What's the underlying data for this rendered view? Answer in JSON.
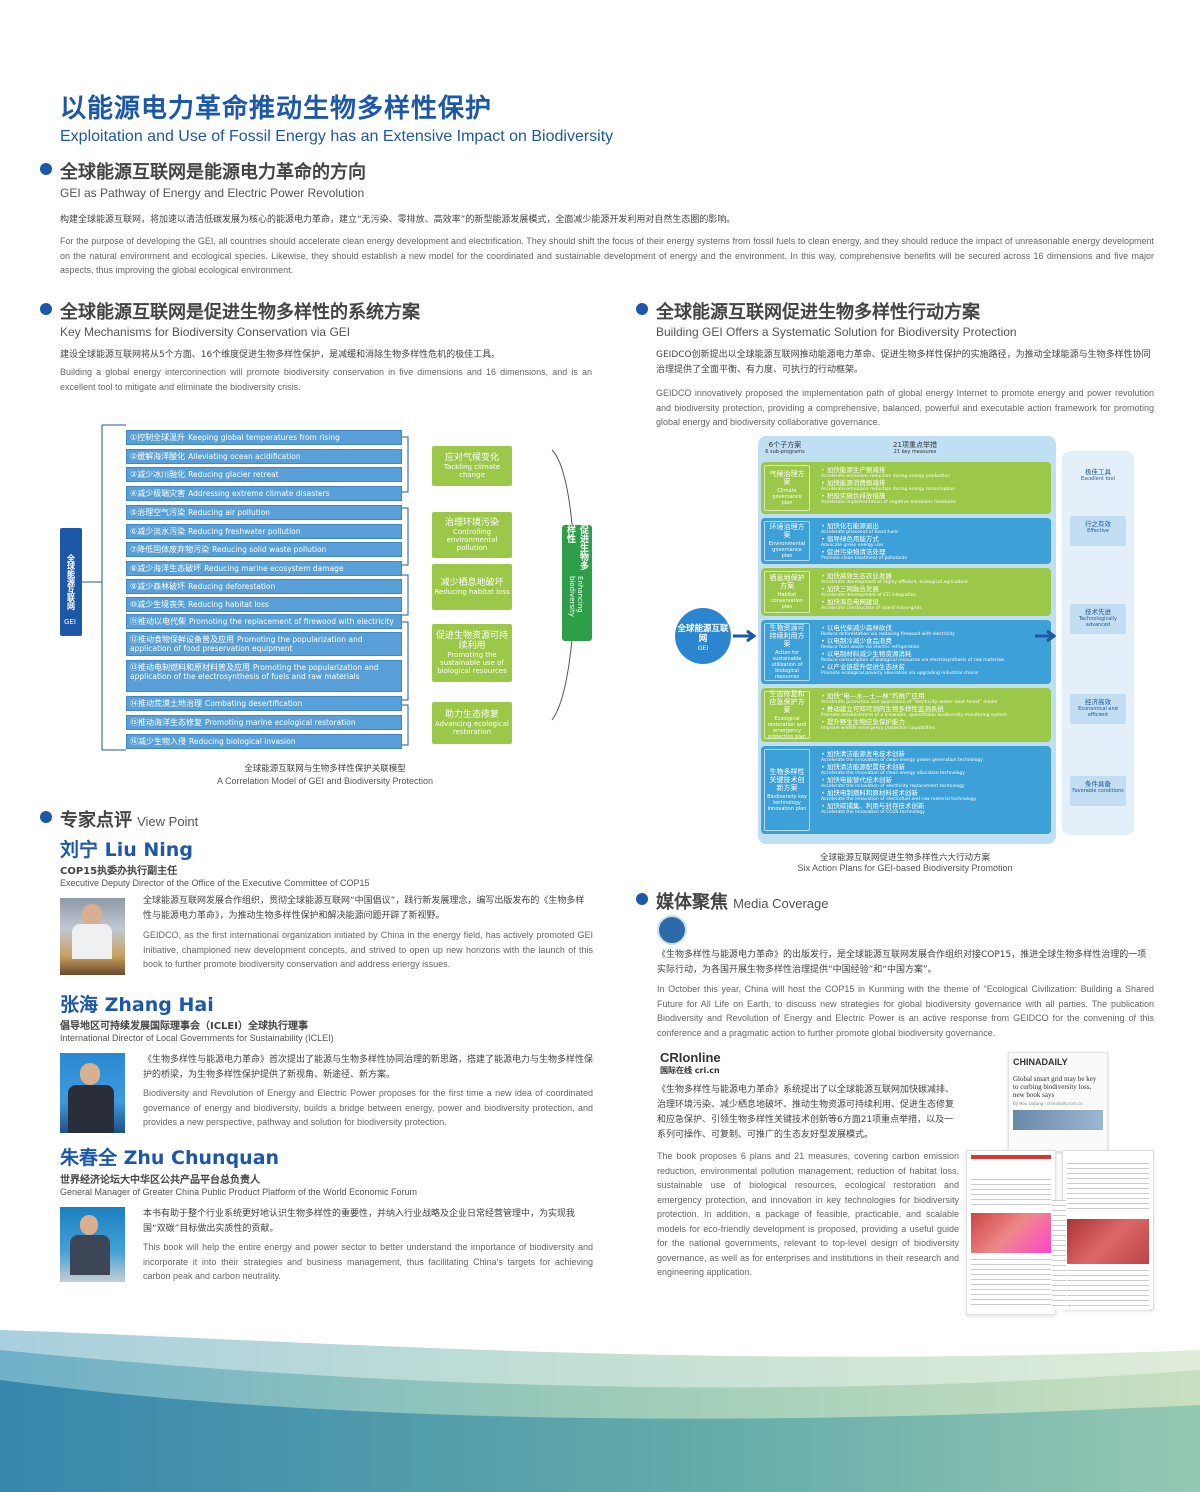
{
  "header": {
    "title_cn": "以能源电力革命推动生物多样性保护",
    "title_en": "Exploitation and Use of Fossil Energy has an Extensive Impact on Biodiversity"
  },
  "sec1": {
    "title_cn": "全球能源互联网是能源电力革命的方向",
    "title_en": "GEI as Pathway of Energy and Electric Power Revolution",
    "cn": "构建全球能源互联网，将加速以清洁低碳发展为核心的能源电力革命，建立“无污染、零排放、高效率”的新型能源发展模式，全面减少能源开发利用对自然生态圈的影响。",
    "en": "For the purpose of developing the GEI, all countries should accelerate clean energy development and electrification. They should shift the focus of their energy systems from fossil fuels to clean energy, and they should reduce the impact of unreasonable energy development on the natural environment and ecological species. Likewise, they should establish a new model for the coordinated and sustainable development of energy and the environment. In this way, comprehensive benefits will be secured across 16 dimensions and five major aspects, thus improving the global ecological environment."
  },
  "sec2": {
    "title_cn": "全球能源互联网是促进生物多样性的系统方案",
    "title_en": "Key Mechanisms for Biodiversity Conservation via GEI",
    "cn": "建设全球能源互联网将从5个方面、16个维度促进生物多样性保护，是减缓和消除生物多样性危机的极佳工具。",
    "en": "Building a global energy interconnection will promote biodiversity conservation in five dimensions and 16 dimensions, and is an excellent tool to mitigate and eliminate the biodiversity crisis.",
    "gei_cn": "全球能源互联网",
    "gei_en": "GEI",
    "enh_cn": "促进生物多样性",
    "enh_en": "Enhancing biodiversity",
    "items": [
      {
        "cn": "①控制全球温升",
        "en": "Keeping global temperatures from rising"
      },
      {
        "cn": "②缓解海洋酸化",
        "en": "Alleviating ocean acidification"
      },
      {
        "cn": "③减少冰川融化",
        "en": "Reducing glacier retreat"
      },
      {
        "cn": "④减少极端灾害",
        "en": "Addressing extreme climate disasters"
      },
      {
        "cn": "⑤治理空气污染",
        "en": "Reducing air pollution"
      },
      {
        "cn": "⑥减少淡水污染",
        "en": "Reducing freshwater pollution"
      },
      {
        "cn": "⑦降低固体废弃物污染",
        "en": "Reducing solid waste pollution"
      },
      {
        "cn": "⑧减少海洋生态破坏",
        "en": "Reducing marine ecosystem damage"
      },
      {
        "cn": "⑨减少森林破坏",
        "en": "Reducing deforestation"
      },
      {
        "cn": "⑩减少生境丧失",
        "en": "Reducing habitat loss"
      },
      {
        "cn": "⑪推动以电代柴",
        "en": "Promoting the replacement of firewood with electricity"
      },
      {
        "cn": "⑫推动食物保鲜设备普及应用",
        "en": "Promoting the popularization and application of food preservation equipment"
      },
      {
        "cn": "⑬推动电制燃料和原材料普及应用",
        "en": "Promoting the popularization and application of the electrosynthesis of fuels and raw materials"
      },
      {
        "cn": "⑭推动荒漠土地治理",
        "en": "Combating desertification"
      },
      {
        "cn": "⑮推动海洋生态修复",
        "en": "Promoting marine ecological restoration"
      },
      {
        "cn": "⑯减少生物入侵",
        "en": "Reducing biological invasion"
      }
    ],
    "groups": [
      {
        "cn": "应对气候变化",
        "en": "Tackling climate change"
      },
      {
        "cn": "治理环境污染",
        "en": "Controlling environmental pollution"
      },
      {
        "cn": "减少栖息地破坏",
        "en": "Reducing habitat loss"
      },
      {
        "cn": "促进生物资源可持续利用",
        "en": "Promoting the sustainable use of biological resources"
      },
      {
        "cn": "助力生态修复",
        "en": "Advancing ecological restoration"
      }
    ],
    "caption_cn": "全球能源互联网与生物多样性保护关联模型",
    "caption_en": "A Correlation Model of GEI and Biodiversity Protection"
  },
  "sec3": {
    "title_cn": "全球能源互联网促进生物多样性行动方案",
    "title_en": "Building GEI Offers a Systematic Solution for Biodiversity Protection",
    "cn": "GEIDCO创新提出以全球能源互联网推动能源电力革命、促进生物多样性保护的实施路径，为推动全球能源与生物多样性协同治理提供了全面平衡、有力度、可执行的行动框架。",
    "en": "GEIDCO innovatively proposed the implementation path of global energy Internet to promote energy and power revolution and biodiversity protection, providing a comprehensive, balanced, powerful and executable action framework for promoting global energy and biodiversity collaborative governance.",
    "center_cn": "全球能源互联网",
    "center_en": "GEI",
    "col1_cn": "6个子方案",
    "col1_en": "6 sub-programs",
    "col2_cn": "21项重点举措",
    "col2_en": "21 key measures",
    "rows": [
      {
        "cn": "气候治理方案",
        "en": "Climate governance plan",
        "color": "#9bc848",
        "items": [
          {
            "cn": "• 加快能源生产侧减排",
            "en": "Accelerate emissions reduction during energy production"
          },
          {
            "cn": "• 加快能源消费侧减排",
            "en": "Accelerate emissions reduction during energy consumption"
          },
          {
            "cn": "• 积极实施负排放措施",
            "en": "Accelerate implementation of negative emissions measures"
          }
        ]
      },
      {
        "cn": "环境治理方案",
        "en": "Environmental governance plan",
        "color": "#3ea0d8",
        "items": [
          {
            "cn": "• 加快化石能源退出",
            "en": "Accelerate phaseout of fossil fuels"
          },
          {
            "cn": "• 倡导绿色用能方式",
            "en": "Advocate green energy use"
          },
          {
            "cn": "• 促进污染物清洁处理",
            "en": "Promote clean treatment of pollutants"
          }
        ]
      },
      {
        "cn": "栖息地保护方案",
        "en": "Habitat conservation plan",
        "color": "#9bc848",
        "items": [
          {
            "cn": "• 加快高效生态农业发展",
            "en": "Accelerate development of highly efficient, ecological agriculture"
          },
          {
            "cn": "• 加快三网融合发展",
            "en": "Accelerate development of ETI integration"
          },
          {
            "cn": "• 加快海岛电网建设",
            "en": "Accelerate construction of island micro-grids"
          }
        ]
      },
      {
        "cn": "生物资源可持续利用方案",
        "en": "Action for sustainable utilization of biological resources",
        "color": "#3ea0d8",
        "items": [
          {
            "cn": "• 以电代柴减少森林砍伐",
            "en": "Reduce deforestation via replacing firewood with electricity"
          },
          {
            "cn": "• 以电制冷减少食品浪费",
            "en": "Reduce food waste via electric refrigeration"
          },
          {
            "cn": "• 以电制材料减少生物资源消耗",
            "en": "Reduce consumption of biological resources via electrosynthesis of raw materials"
          },
          {
            "cn": "• 以产业链提升促进生态扶贫",
            "en": "Promote ecological poverty alleviation via upgrading industrial chains"
          }
        ]
      },
      {
        "cn": "生态修复和应急保护方案",
        "en": "Ecological restoration and emergency protection plan",
        "color": "#9bc848",
        "items": [
          {
            "cn": "• 加快“电—水—土—林”的推广应用",
            "en": "Accelerate promotion and application of “electricity–water–land–forest” model"
          },
          {
            "cn": "• 推动建立可知可测的生物多样性监测系统",
            "en": "Promote establishment of a knowable, quantifiable biodiversity monitoring system"
          },
          {
            "cn": "• 提升野生生物应急保护能力",
            "en": "Improve wildlife emergency protection capabilities"
          }
        ]
      },
      {
        "cn": "生物多样性关键技术创新方案",
        "en": "Biodiversity key technology innovation plan",
        "color": "#3ea0d8",
        "items": [
          {
            "cn": "• 加快清洁能源发电技术创新",
            "en": "Accelerate the innovation of clean energy power generation technology"
          },
          {
            "cn": "• 加快清洁能源配置技术创新",
            "en": "Accelerate the innovation of clean energy allocation technology"
          },
          {
            "cn": "• 加快电能替代技术创新",
            "en": "Accelerate the innovation of electricity replacement technology"
          },
          {
            "cn": "• 加快电制燃料和原材料技术创新",
            "en": "Accelerate the innovation of electrofuel and raw material technology"
          },
          {
            "cn": "• 加快碳捕集、利用与封存技术创新",
            "en": "Accelerate the innovation of CCUS technology"
          }
        ]
      }
    ],
    "right": [
      {
        "cn": "极佳工具",
        "en": "Excellent tool"
      },
      {
        "cn": "行之有效",
        "en": "Effective"
      },
      {
        "cn": "技术先进",
        "en": "Technologically advanced"
      },
      {
        "cn": "经济高效",
        "en": "Economical and efficient"
      },
      {
        "cn": "条件具备",
        "en": "Favorable conditions"
      }
    ],
    "caption_cn": "全球能源互联网促进生物多样性六大行动方案",
    "caption_en": "Six Action Plans for GEI-based Biodiversity Promotion"
  },
  "experts": {
    "title_cn": "专家点评",
    "title_en": "View Point",
    "list": [
      {
        "name": "刘宁  Liu Ning",
        "title_cn": "COP15执委办执行副主任",
        "title_en": "Executive Deputy Director of the Office of the Executive Committee of COP15",
        "cn": "全球能源互联网发展合作组织，贯彻全球能源互联网“中国倡议”，践行新发展理念，编写出版发布的《生物多样性与能源电力革命》，为推动生物多样性保护和解决能源问题开辟了新视野。",
        "en": "GEIDCO, as the first international organization initiated by China in the energy field, has actively promoted GEI Initiative, championed new development concepts, and strived to open up new horizons with the launch of this book to further promote biodiversity conservation and address energy issues."
      },
      {
        "name": "张海  Zhang Hai",
        "title_cn": "倡导地区可持续发展国际理事会（ICLEI）全球执行理事",
        "title_en": "International Director of Local Governments for Sustainability (ICLEI)",
        "cn": "《生物多样性与能源电力革命》首次提出了能源与生物多样性协同治理的新思路，搭建了能源电力与生物多样性保护的桥梁，为生物多样性保护提供了新视角、新途径、新方案。",
        "en": "Biodiversity and Revolution of Energy and Electric Power proposes for the first time a new idea of coordinated governance of energy and biodiversity, builds a bridge between energy, power and biodiversity protection, and provides a new perspective, pathway and solution for biodiversity protection."
      },
      {
        "name": "朱春全   Zhu Chunquan",
        "title_cn": "世界经济论坛大中华区公共产品平台总负责人",
        "title_en": "General Manager of Greater China Public Product Platform of the World Economic Forum",
        "cn": "本书有助于整个行业系统更好地认识生物多样性的重要性，并纳入行业战略及企业日常经营管理中，为实现我国“双碳”目标做出实质性的贡献。",
        "en": "This book will help the entire energy and power sector to better understand the importance of biodiversity and incorporate it into their strategies and business management, thus facilitating China's targets for achieving carbon peak and carbon neutrality."
      }
    ]
  },
  "media": {
    "title_cn": "媒体聚焦",
    "title_en": "Media Coverage",
    "cn1": "《生物多样性与能源电力革命》的出版发行，是全球能源互联网发展合作组织对接COP15，推进全球生物多样性治理的一项实际行动，为各国开展生物多样性治理提供“中国经验”和“中国方案”。",
    "en1": "In October this year, China will host the COP15 in Kunming with the theme of \"Ecological Civilization: Building a Shared Future for All Life on Earth, to discuss new strategies for global biodiversity governance with all parties. The publication Biodiversity and Revolution of Energy and Electric Power is an active response from GEIDCO for the convening of this conference and a pragmatic action to further promote global biodiversity governance.",
    "cri_logo": "CRIonline",
    "cri_sub": "国际在线 cri.cn",
    "cn2": "《生物多样性与能源电力革命》系统提出了以全球能源互联网加快碳减排、治理环境污染、减少栖息地破坏、推动生物资源可持续利用、促进生态修复和应急保护、引领生物多样性关键技术创新等6方面21项重点举措，以及一系列可操作、可复制、可推广的生态友好型发展模式。",
    "en2": "The book proposes 6 plans and 21 measures, covering carbon emission reduction, environmental pollution management, reduction of habitat loss, sustainable use of biological resources, ecological restoration and emergency protection, and innovation in key technologies for biodiversity protection. In addition, a package of feasible, practicable, and scalable models for eco-friendly development is proposed, providing a useful guide for the national governments, relevant to top-level design of biodiversity governance, as well as for enterprises and institutions in their research and engineering application.",
    "chinadaily": "CHINADAILY",
    "cd_headline": "Global smart grid may be key to curbing biodiversity loss, new book says",
    "cd_meta": "By Hou Liqiang | chinadaily.com.cn"
  }
}
